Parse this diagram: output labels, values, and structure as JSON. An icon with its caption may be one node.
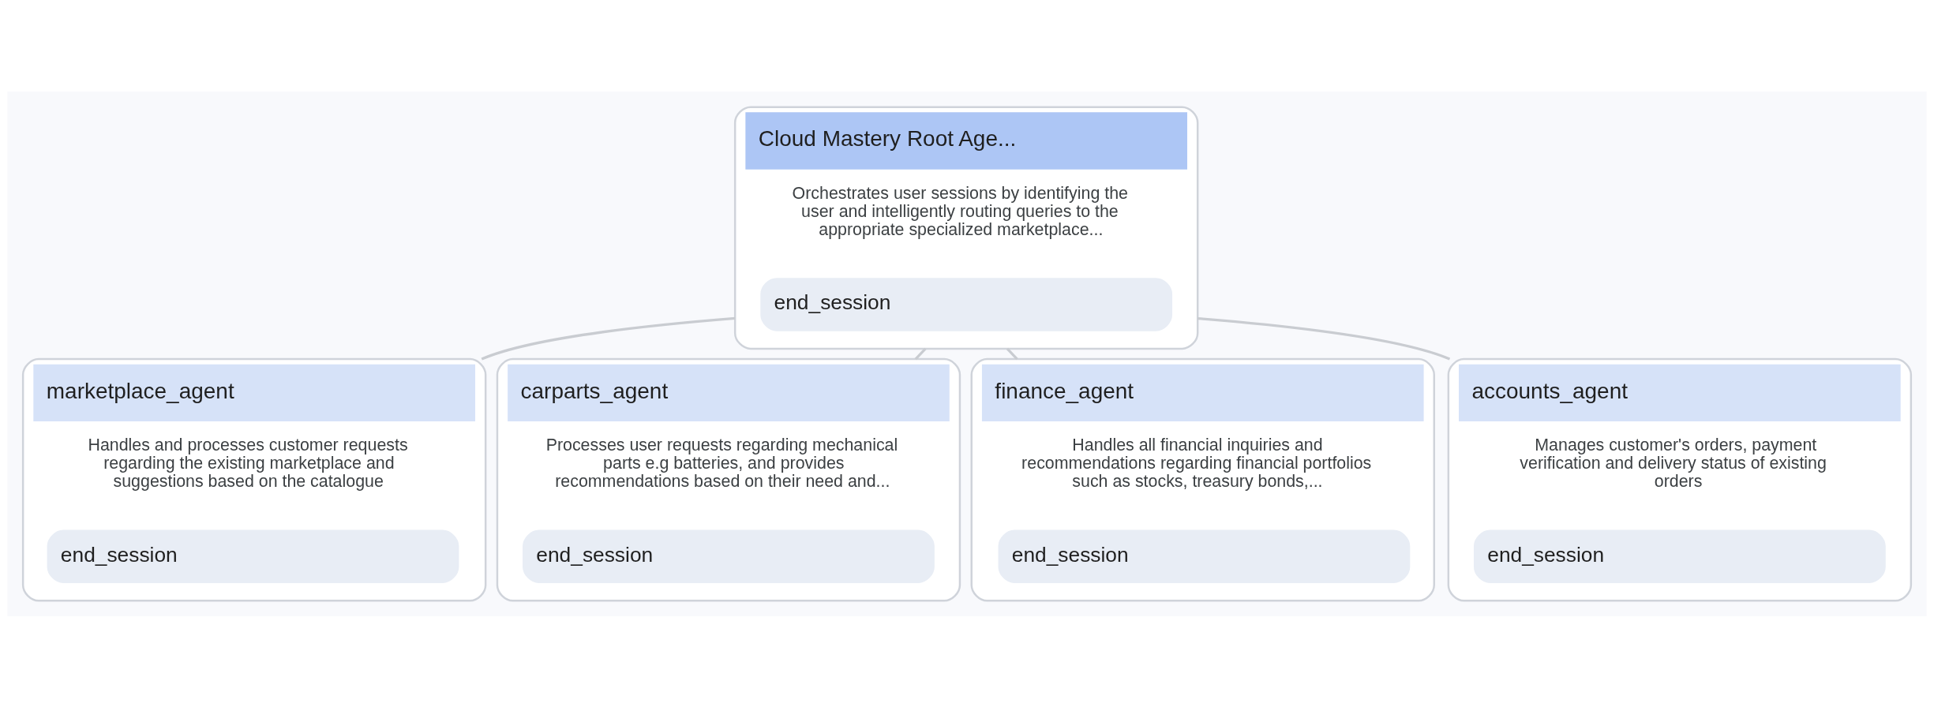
{
  "diagram": {
    "nodes": [
      {
        "text": [
          "Cloud Mastery Root Age...",
          "Orchestrates user sessions by identifying the user and intelligently routing queries to the appropriate specialized marketplace..."
        ]
      },
      {
        "text": [
          "end_session"
        ],
        "in": 0
      },
      {
        "text": [
          "marketplace_agent",
          "Handles and processes customer requests regarding the existing marketplace and suggestions based on the catalogue"
        ]
      },
      {
        "text": [
          "end_session"
        ],
        "in": 2
      },
      {
        "text": [
          "carparts_agent",
          "Processes user requests regarding mechanical parts e.g batteries, and provides recommendations based on their need and..."
        ]
      },
      {
        "text": [
          "end_session"
        ],
        "in": 4
      },
      {
        "text": [
          "finance_agent",
          "Handles all financial inquiries and recommendations regarding financial portfolios such as stocks, treasury bonds,..."
        ]
      },
      {
        "text": [
          "end_session"
        ],
        "in": 6
      },
      {
        "text": [
          "accounts_agent",
          "Manages customer's orders, payment verification and delivery status of existing orders"
        ]
      },
      {
        "text": [
          "end_session"
        ],
        "in": 8
      }
    ],
    "edges": [
      {
        "from": 0,
        "to": 2,
        "arrow": "none"
      },
      {
        "from": 0,
        "to": 4,
        "arrow": "none"
      },
      {
        "from": 0,
        "to": 6,
        "arrow": "none"
      },
      {
        "from": 0,
        "to": 8,
        "arrow": "none"
      }
    ]
  }
}
